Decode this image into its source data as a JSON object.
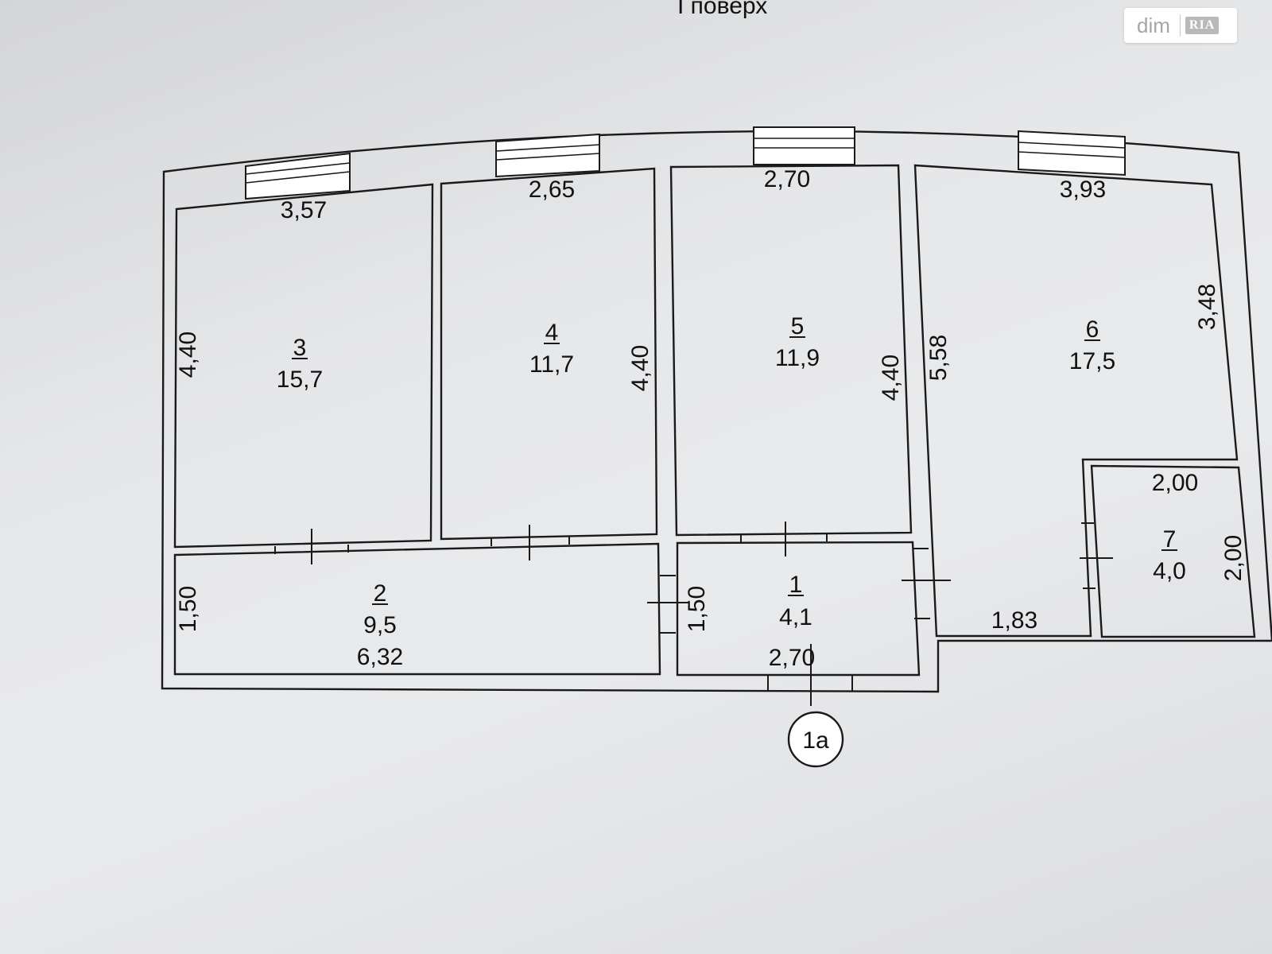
{
  "header": {
    "title": "І поверх"
  },
  "watermark": {
    "brand": "dim",
    "sub": "RIA"
  },
  "rooms": [
    {
      "id": "1",
      "number": "1",
      "area": "4,1"
    },
    {
      "id": "2",
      "number": "2",
      "area": "9,5"
    },
    {
      "id": "3",
      "number": "3",
      "area": "15,7"
    },
    {
      "id": "4",
      "number": "4",
      "area": "11,7"
    },
    {
      "id": "5",
      "number": "5",
      "area": "11,9"
    },
    {
      "id": "6",
      "number": "6",
      "area": "17,5"
    },
    {
      "id": "7",
      "number": "7",
      "area": "4,0"
    }
  ],
  "dimensions": {
    "room3_width": "3,57",
    "room3_height": "4,40",
    "room4_width": "2,65",
    "room4_height": "4,40",
    "room5_width": "2,70",
    "room5_height": "4,40",
    "room6_width": "3,93",
    "room6_left_height": "5,58",
    "room6_right_height": "3,48",
    "room6_bottom_width": "1,83",
    "room7_width": "2,00",
    "room7_height": "2,00",
    "room2_height": "1,50",
    "room2_width": "6,32",
    "room1_height": "1,50",
    "room1_width": "2,70"
  },
  "entrance": {
    "label": "1а"
  },
  "colors": {
    "line": "#1a1a1a",
    "paper": "#e8e9eb",
    "watermark": "#a6a6a6"
  }
}
